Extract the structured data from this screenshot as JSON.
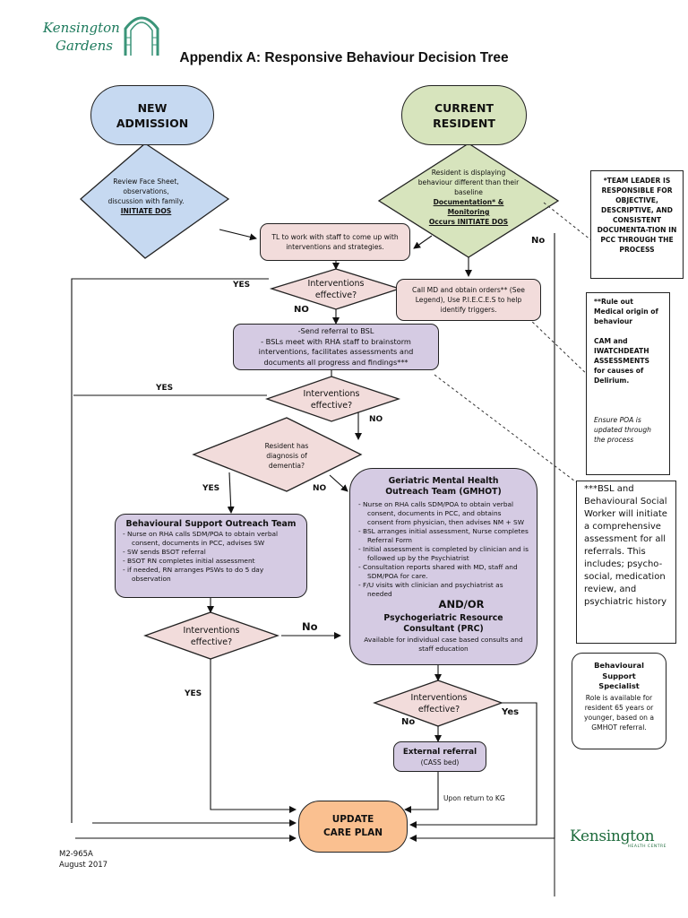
{
  "document": {
    "title": "Appendix A: Responsive Behaviour Decision Tree",
    "logo_top": {
      "line1": "Kensington",
      "line2": "Gardens"
    },
    "logo_bottom": {
      "name": "Kensington",
      "tagline": "HEALTH CENTRE"
    },
    "footer": {
      "code": "M2-965A",
      "date": "August 2017"
    }
  },
  "colors": {
    "new_admission": "#c6d9f1",
    "current_resident": "#d7e4bd",
    "action_pink": "#f2dcdb",
    "referral_purple": "#d5cbe3",
    "update_orange": "#fac090"
  },
  "nodes": {
    "new_admission": "NEW ADMISSION",
    "current_resident": "CURRENT RESIDENT",
    "review_face_sheet": {
      "text": "Review Face Sheet, observations, discussion with family.",
      "emphasis": "INITIATE DOS"
    },
    "resident_displaying": {
      "text": "Resident is displaying behaviour different than their baseline",
      "emphasis1": "Documentation* & Monitoring",
      "emphasis2": "Occurs INITIATE DOS"
    },
    "tl_work": "TL to work with staff to come up with interventions and strategies.",
    "call_md": "Call MD and obtain orders** (See Legend), Use P.I.E.C.E.S to help identify triggers.",
    "decision_1": "Interventions effective?",
    "bsl_referral": {
      "line1": "-Send referral to BSL",
      "line2": "- BSLs meet with RHA staff to brainstorm interventions, facilitates assessments and documents all progress and findings***"
    },
    "decision_2": "Interventions effective?",
    "dementia": "Resident has diagnosis of dementia?",
    "bsot": {
      "title": "Behavioural Support Outreach Team",
      "items": [
        "Nurse on RHA calls SDM/POA to obtain verbal consent, documents in PCC, advises SW",
        "SW sends BSOT referral",
        "BSOT RN completes initial assessment",
        "if needed, RN arranges PSWs to do 5 day observation"
      ]
    },
    "gmhot": {
      "title": "Geriatric Mental Health Outreach Team (GMHOT)",
      "items": [
        "Nurse on RHA calls SDM/POA to obtain verbal consent, documents in PCC, and obtains consent from physician, then advises NM + SW",
        "BSL arranges initial assessment, Nurse completes Referral Form",
        "Initial assessment is completed by clinician and is followed up by the Psychiatrist",
        "Consultation reports shared with MD, staff and SDM/POA for care.",
        "F/U visits with clinician and psychiatrist as needed"
      ],
      "andor": "AND/OR",
      "prc_title": "Psychogeriatric Resource Consultant (PRC)",
      "prc_text": "Available for individual case based consults and staff education"
    },
    "decision_3": "Interventions effective?",
    "decision_4": "Interventions effective?",
    "external_referral": {
      "title": "External referral",
      "sub": "(CASS bed)"
    },
    "update_care_plan": "UPDATE CARE PLAN"
  },
  "labels": {
    "no_right": "No",
    "yes_1": "YES",
    "no_1": "NO",
    "yes_2": "YES",
    "no_2": "NO",
    "yes_dementia": "YES",
    "no_dementia": "NO",
    "no_3": "No",
    "yes_3": "YES",
    "no_4": "No",
    "yes_4": "Yes",
    "upon_return": "Upon return to KG"
  },
  "notes": {
    "team_leader": "*TEAM LEADER IS RESPONSIBLE FOR OBJECTIVE, DESCRIPTIVE, AND CONSISTENT DOCUMENTA-TION IN PCC THROUGH THE PROCESS",
    "rule_out": {
      "line1": "**Rule out Medical origin of behaviour",
      "line2": "CAM and IWATCHDEATH ASSESSMENTS for causes of Delirium.",
      "line3": "Ensure POA is updated through the process"
    },
    "bsl_sw": "***BSL and Behavioural Social Worker will initiate a comprehensive assessment for all referrals. This includes; psycho-social, medication review, and psychiatric history",
    "bss": {
      "title": "Behavioural Support Specialist",
      "text": "Role is available for resident 65 years or younger, based on a GMHOT referral."
    }
  }
}
